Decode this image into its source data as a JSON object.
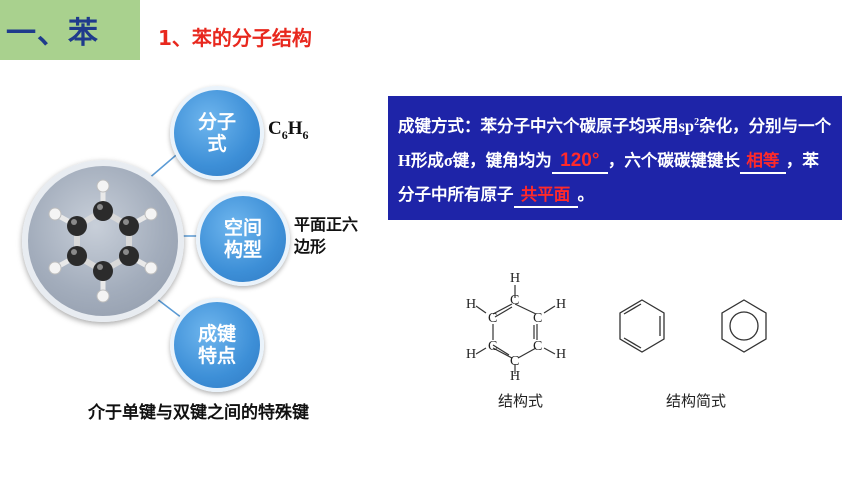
{
  "header": {
    "section_label": "一、苯",
    "title": "1、苯的分子结构"
  },
  "bubbles": {
    "formula_label": "分子式",
    "shape_label": "空间构型",
    "bond_label": "成键特点"
  },
  "values": {
    "formula_base_c": "C",
    "formula_c_count": "6",
    "formula_base_h": "H",
    "formula_h_count": "6",
    "shape": "平面正六边形",
    "bond_feature": "介于单键与双键之间的特殊键"
  },
  "info": {
    "part1": "成键方式：苯分子中六个碳原子均采用sp",
    "sup": "2",
    "part2": "杂化，分别与一个H形成σ键，键角均为",
    "blank1": "120°",
    "part3": "，六个碳碳键键长",
    "blank2": "相等",
    "part4": "，苯分子中所有原子",
    "blank3": "共平面",
    "part5": "。"
  },
  "structures": {
    "atom_c": "C",
    "atom_h": "H",
    "caption_structural": "结构式",
    "caption_simplified": "结构简式"
  },
  "colors": {
    "tab_green": "#a9d18e",
    "title_red": "#e8281e",
    "bubble_blue": "#3d8fd7",
    "box_navy": "#1e24a8",
    "blank_red": "#ff2a2a"
  }
}
